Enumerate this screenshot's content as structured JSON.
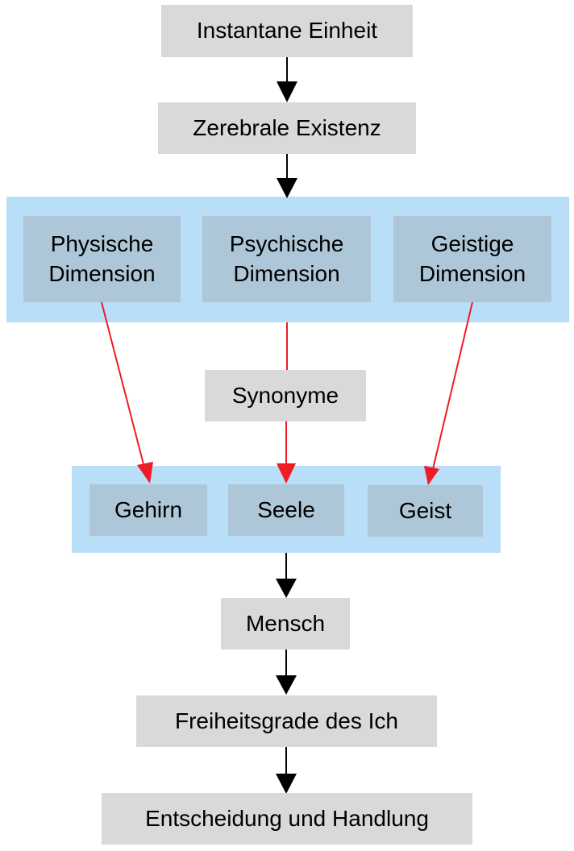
{
  "diagram": {
    "colors": {
      "node_fill": "#d9d9d9",
      "cluster_fill": "#b9def8",
      "cluster_node_fill": "#aec7d8",
      "edge_black": "#000000",
      "edge_red": "#ee1c25"
    },
    "nodes": {
      "instantane": "Instantane Einheit",
      "zerebrale": "Zerebrale Existenz",
      "physische": "Physische Dimension",
      "psychische": "Psychische Dimension",
      "geistige": "Geistige Dimension",
      "synonyme": "Synonyme",
      "gehirn": "Gehirn",
      "seele": "Seele",
      "geist": "Geist",
      "mensch": "Mensch",
      "freiheitsgrade": "Freiheitsgrade des Ich",
      "entscheidung": "Entscheidung und Handlung"
    },
    "edges": [
      {
        "from": "Instantane Einheit",
        "to": "Zerebrale Existenz",
        "color": "black"
      },
      {
        "from": "Zerebrale Existenz",
        "to": "Dimensionen (cluster)",
        "color": "black"
      },
      {
        "from": "Physische Dimension",
        "to": "Gehirn",
        "color": "red"
      },
      {
        "from": "Psychische Dimension",
        "to": "Synonyme",
        "color": "red",
        "arrow": false
      },
      {
        "from": "Synonyme",
        "to": "Seele",
        "color": "red"
      },
      {
        "from": "Geistige Dimension",
        "to": "Geist",
        "color": "red"
      },
      {
        "from": "Gehirn/Seele/Geist (cluster)",
        "to": "Mensch",
        "color": "black"
      },
      {
        "from": "Mensch",
        "to": "Freiheitsgrade des Ich",
        "color": "black"
      },
      {
        "from": "Freiheitsgrade des Ich",
        "to": "Entscheidung und Handlung",
        "color": "black"
      }
    ]
  }
}
